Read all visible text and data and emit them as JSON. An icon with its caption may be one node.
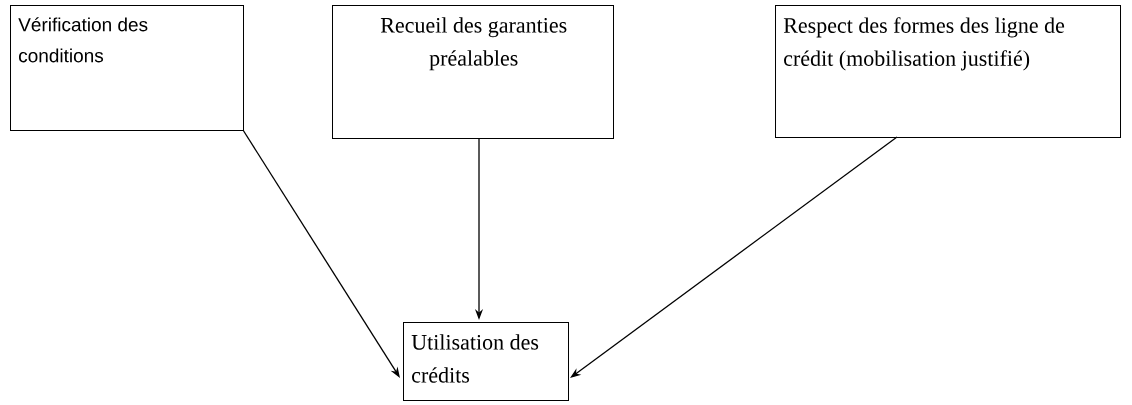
{
  "diagram": {
    "nodes": [
      {
        "text": [
          "Vérification des conditions"
        ]
      },
      {
        "text": [
          "Recueil des garanties préalables"
        ]
      },
      {
        "text": [
          "Respect des formes des ligne de crédit (mobilisation justifié)"
        ]
      },
      {
        "text": [
          "Utilisation des crédits"
        ]
      }
    ],
    "edges": [
      {
        "from": 0,
        "to": 3,
        "arrow": "to"
      },
      {
        "from": 1,
        "to": 3,
        "arrow": "to"
      },
      {
        "from": 2,
        "to": 3,
        "arrow": "to"
      }
    ]
  }
}
